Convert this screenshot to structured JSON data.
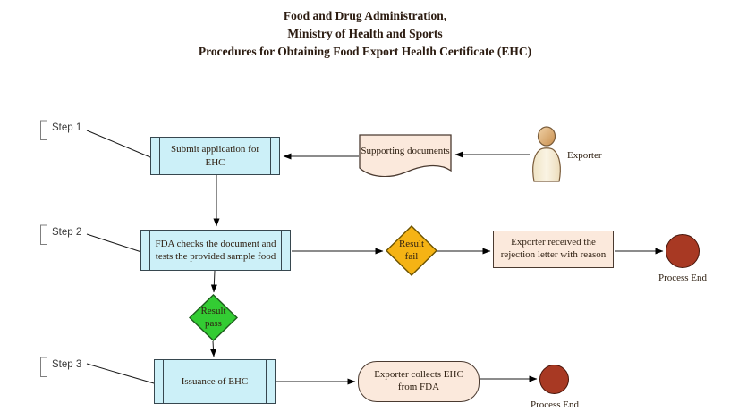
{
  "title": {
    "line1": "Food and Drug Administration,",
    "line2": "Ministry of Health and Sports",
    "line3": "Procedures for Obtaining Food Export Health Certificate (EHC)"
  },
  "steps": [
    {
      "label": "Step 1"
    },
    {
      "label": "Step 2"
    },
    {
      "label": "Step 3"
    }
  ],
  "nodes": {
    "submit": "Submit application for EHC",
    "supporting_docs": "Supporting documents",
    "exporter": "Exporter",
    "fda_checks": "FDA checks the document and tests the provided sample food",
    "result_fail": "Result fail",
    "rejection": "Exporter received the rejection letter with reason",
    "process_end_1": "Process End",
    "result_pass": "Result pass",
    "issuance": "Issuance of EHC",
    "collects": "Exporter collects EHC from FDA",
    "process_end_2": "Process End"
  },
  "colors": {
    "title_text": "#2b1b10",
    "node_text": "#2f2012",
    "step_text": "#3a3a3a",
    "process_fill": "#ccf0f8",
    "process_border": "#37474f",
    "peach_fill": "#fbe9dc",
    "shape_border": "#4a3a30",
    "fail_fill": "#f5b314",
    "fail_border": "#6b5200",
    "pass_fill": "#33cc33",
    "pass_border": "#1d5c1d",
    "end_fill": "#a83923",
    "end_border": "#47150a",
    "line_color": "#1a1a1a",
    "skin_fill": "#e2b179",
    "body_fill": "#f7efda"
  }
}
